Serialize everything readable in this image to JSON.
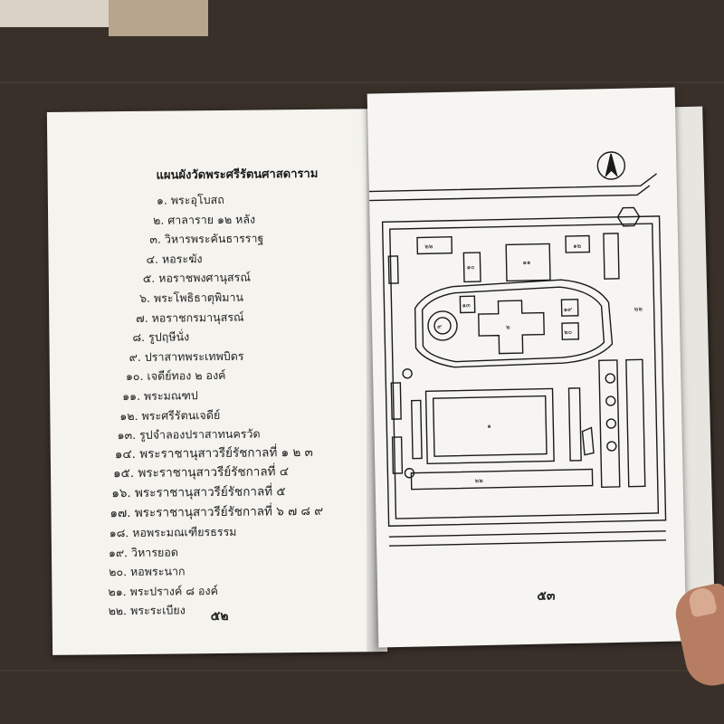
{
  "left_page": {
    "title": "แผนผังวัดพระศรีรัตนศาสดาราม",
    "items": [
      "๑. พระอุโบสถ",
      "๒. ศาลาราย ๑๒ หลัง",
      "๓. วิหารพระคันธารราฐ",
      "๔. หอระฆัง",
      "๕. หอราชพงศานุสรณ์",
      "๖. พระโพธิธาตุพิมาน",
      "๗. หอราชกรมานุสรณ์",
      "๘. รูปฤษีนั่ง",
      "๙. ปราสาทพระเทพบิดร",
      "๑๐. เจดีย์ทอง ๒ องค์",
      "๑๑. พระมณฑป",
      "๑๒. พระศรีรัตนเจดีย์",
      "๑๓. รูปจำลองปราสาทนครวัด",
      "๑๔. พระราชานุสาวรีย์รัชกาลที่ ๑ ๒ ๓",
      "๑๕. พระราชานุสาวรีย์รัชกาลที่ ๔",
      "๑๖. พระราชานุสาวรีย์รัชกาลที่ ๕",
      "๑๗. พระราชานุสาวรีย์รัชกาลที่ ๖ ๗ ๘ ๙",
      "๑๘. หอพระมณเฑียรธรรม",
      "๑๙. วิหารยอด",
      "๒๐. หอพระนาก",
      "๒๑. พระปรางค์ ๘ องค์",
      "๒๒. พระระเบียง"
    ],
    "page_number": "๕๒"
  },
  "right_page": {
    "page_number": "๕๓",
    "map_labels": [
      "๒๒",
      "๑๐",
      "๑๑",
      "๑๒",
      "๑๓",
      "๙",
      "๑๙",
      "๒๐",
      "๑",
      "๒",
      "๒๒",
      "๒๒"
    ],
    "north_arrow": "north-arrow-icon"
  },
  "colors": {
    "background": "#3a302a",
    "paper": "#f4f3ee",
    "ink": "#1a1a1a"
  }
}
